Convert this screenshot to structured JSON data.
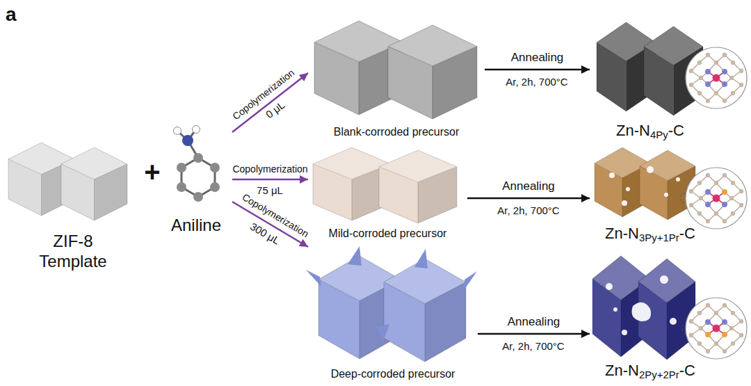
{
  "diagram": {
    "nodes": [
      {
        "text": [
          "ZIF-8 Template"
        ]
      },
      {
        "text": [
          "Aniline"
        ]
      },
      {
        "text": [
          "Blank-corroded precursor"
        ]
      },
      {
        "text": [
          "Zn-N4Py-C"
        ]
      },
      {
        "text": [
          "Mild-corroded precursor"
        ]
      },
      {
        "text": [
          "Zn-N3Py+1Pr-C"
        ]
      },
      {
        "text": [
          "Deep-corroded precursor"
        ]
      },
      {
        "text": [
          "Zn-N2Py+2Pr-C"
        ]
      }
    ],
    "edges": [
      {
        "from": 1,
        "to": 2,
        "label": "Copolymerization",
        "arrow": "to"
      },
      {
        "from": 1,
        "to": 4,
        "label": "Copolymerization",
        "arrow": "to"
      },
      {
        "from": 1,
        "to": 6,
        "label": "Copolymerization",
        "arrow": "to"
      },
      {
        "from": 2,
        "to": 3,
        "label": "Annealing",
        "arrow": "to"
      },
      {
        "from": 4,
        "to": 5,
        "label": "Annealing",
        "arrow": "to"
      },
      {
        "from": 6,
        "to": 7,
        "label": "Annealing",
        "arrow": "to"
      }
    ],
    "labels": [
      "a",
      "+",
      "0 μL",
      "75 μL",
      "300 μL",
      "Ar, 2h, 700°C",
      "Ar, 2h, 700°C",
      "Ar, 2h, 700°C"
    ]
  }
}
